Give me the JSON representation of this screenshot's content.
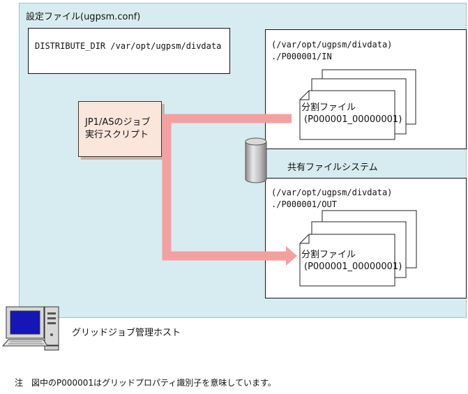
{
  "config": {
    "title": "設定ファイル(ugpsm.conf)",
    "line": "DISTRIBUTE_DIR  /var/opt/ugpsm/divdata"
  },
  "job_script": {
    "line1": "JP1/ASのジョブ",
    "line2": "実行スクリプト"
  },
  "in_dir": {
    "path1": "(/var/opt/ugpsm/divdata)",
    "path2": "./P000001/IN",
    "file_label": "分割ファイル",
    "file_name": "(P000001_00000001)"
  },
  "shared_fs": {
    "label": "共有ファイルシステム"
  },
  "out_dir": {
    "path1": "(/var/opt/ugpsm/divdata)",
    "path2": "./P000001/OUT",
    "file_label": "分割ファイル",
    "file_name": "(P000001_00000001)"
  },
  "host": {
    "label": "グリッドジョブ管理ホスト"
  },
  "note": {
    "text": "注　図中のP000001はグリッドプロパティ識別子を意味しています。"
  },
  "colors": {
    "host_bg": "#d7ecf0",
    "arrow": "#f4a0a0",
    "job_bg": "#fbe6dc"
  }
}
